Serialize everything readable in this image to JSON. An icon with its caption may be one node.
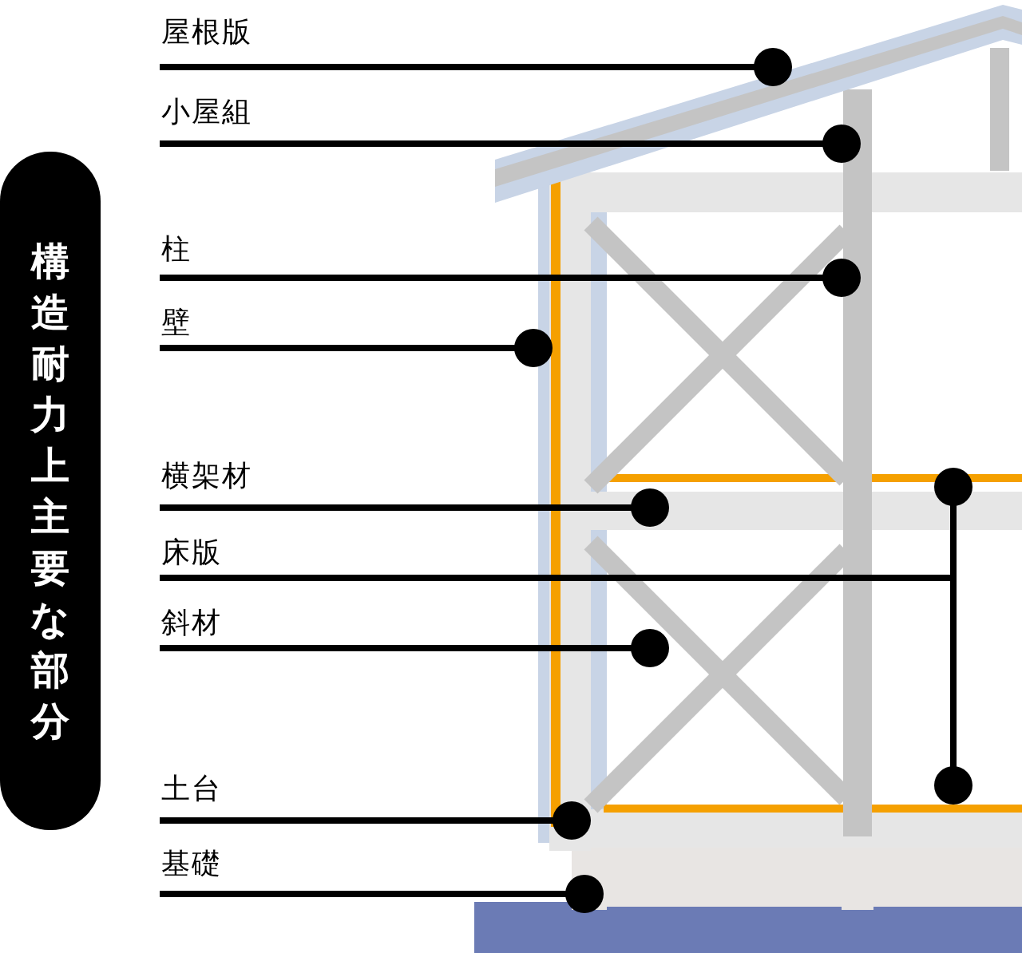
{
  "diagram": {
    "nodes": [
      {
        "text": [
          "構造耐力上主要な部分"
        ]
      },
      {
        "text": [
          "屋根版"
        ]
      },
      {
        "text": [
          "小屋組"
        ]
      },
      {
        "text": [
          "柱"
        ]
      },
      {
        "text": [
          "壁"
        ]
      },
      {
        "text": [
          "横架材"
        ]
      },
      {
        "text": [
          "床版"
        ]
      },
      {
        "text": [
          "斜材"
        ]
      },
      {
        "text": [
          "土台"
        ]
      },
      {
        "text": [
          "基礎"
        ]
      }
    ],
    "edges": [
      {
        "from": 1,
        "to": null,
        "arrow": "other"
      },
      {
        "from": 2,
        "to": null,
        "arrow": "other"
      },
      {
        "from": 3,
        "to": null,
        "arrow": "other"
      },
      {
        "from": 4,
        "to": null,
        "arrow": "other"
      },
      {
        "from": 5,
        "to": null,
        "arrow": "other"
      },
      {
        "from": 6,
        "to": null,
        "arrow": "other"
      },
      {
        "from": 7,
        "to": null,
        "arrow": "other"
      },
      {
        "from": 8,
        "to": null,
        "arrow": "other"
      },
      {
        "from": 9,
        "to": null,
        "arrow": "other"
      }
    ]
  }
}
